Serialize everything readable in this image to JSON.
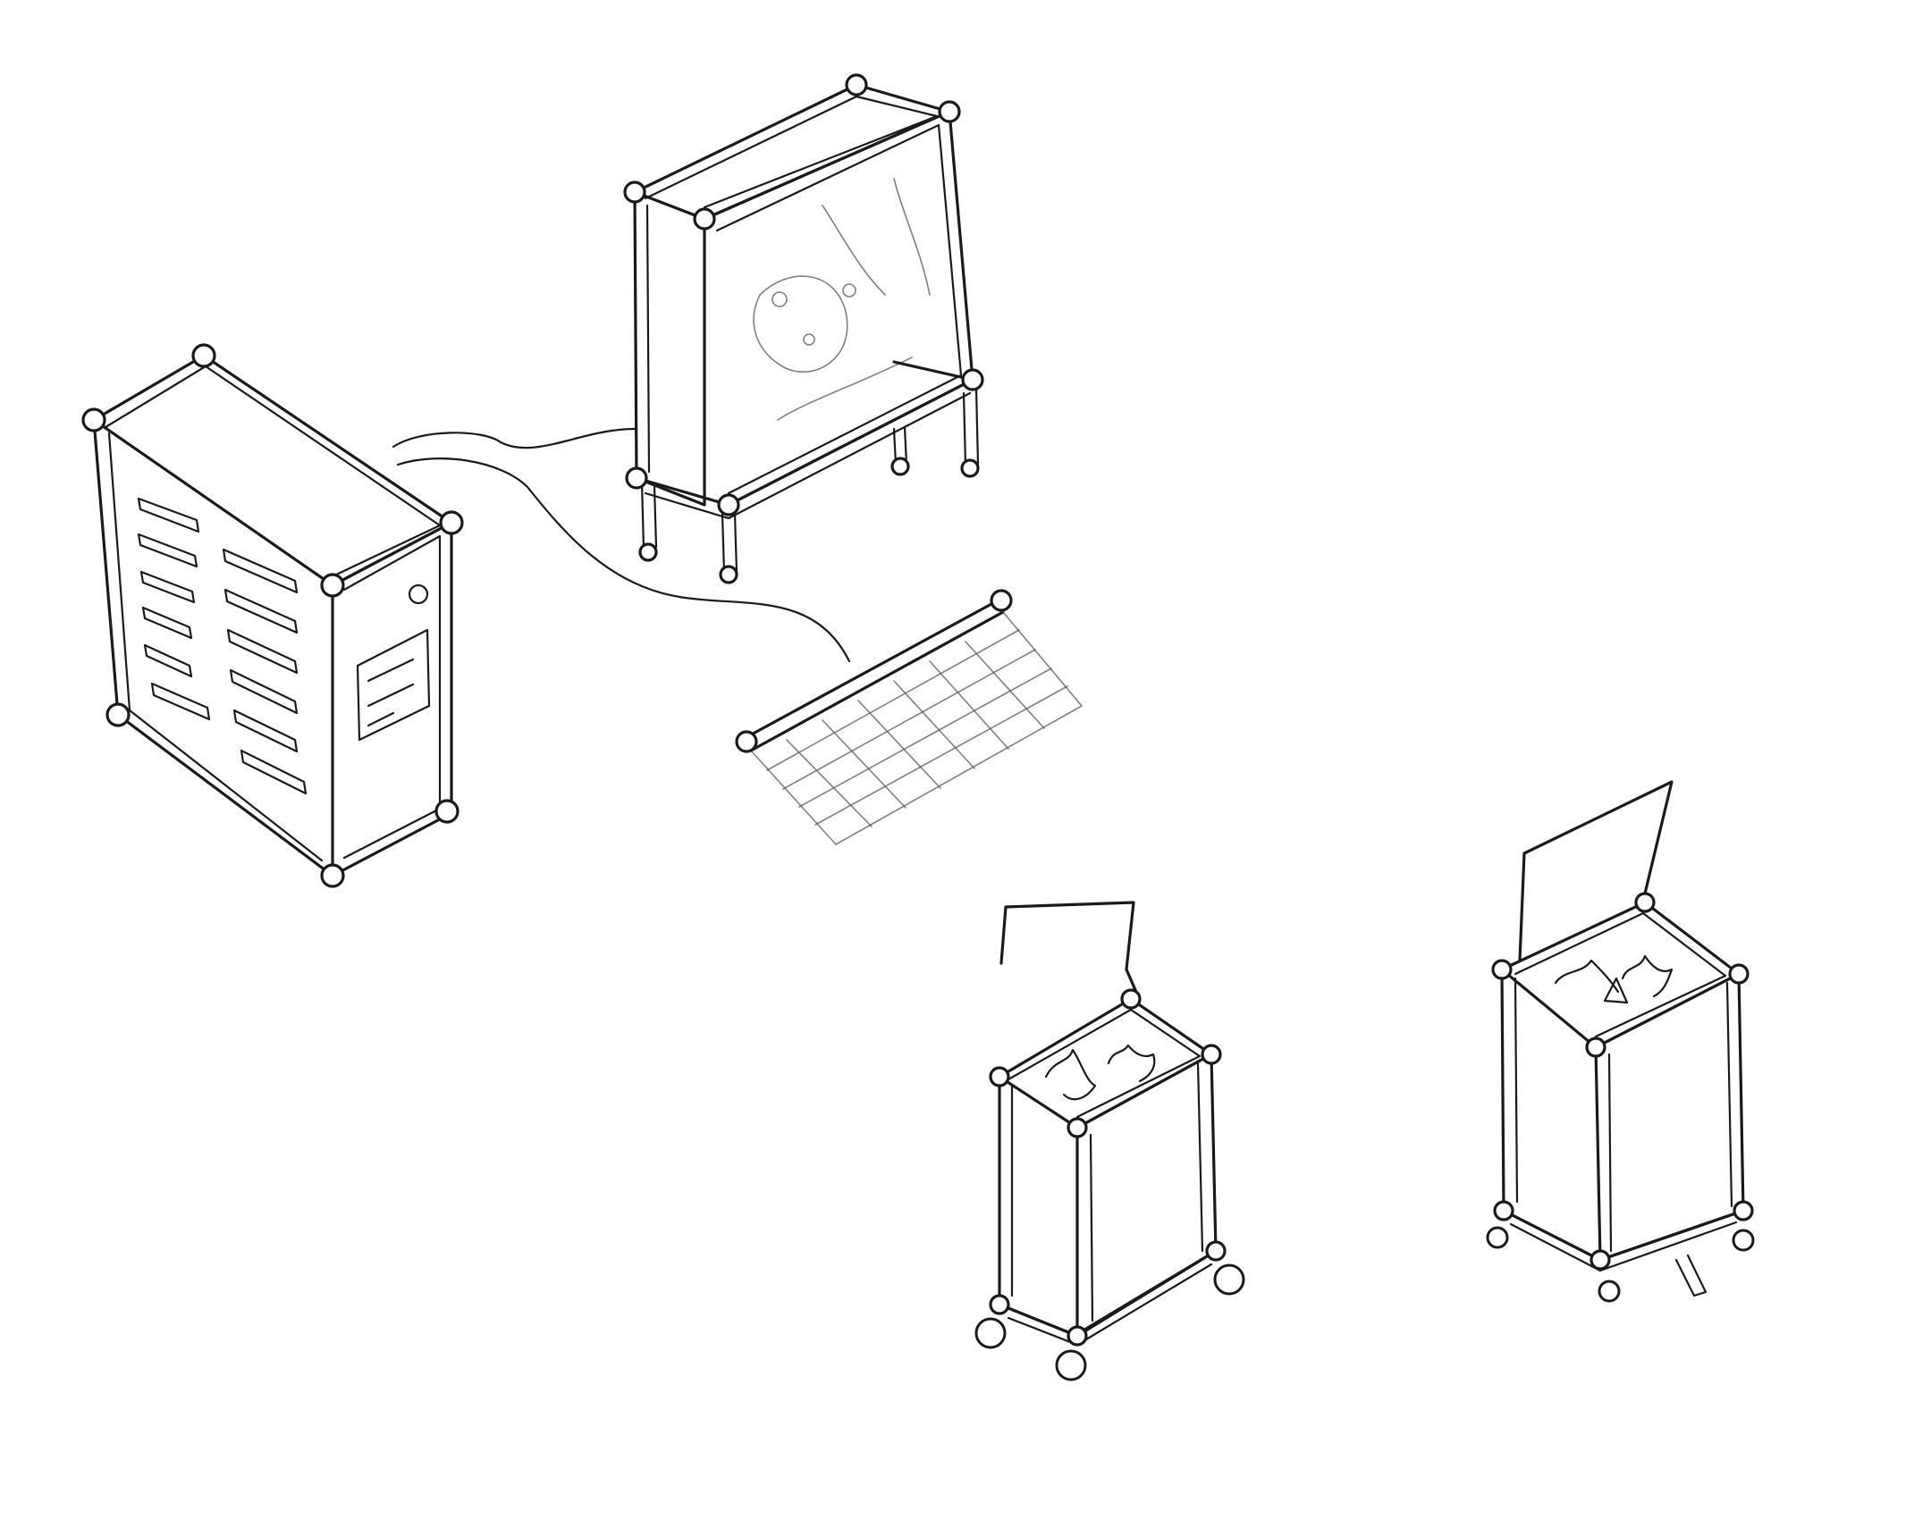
{
  "scene": {
    "kind": "pencil line sketch",
    "objects": [
      "computer-tower",
      "monitor",
      "keyboard",
      "trash-bin-small",
      "trash-bin-large"
    ]
  },
  "colors": {
    "ink": "#1a1a1a",
    "paper": "#ffffff"
  }
}
